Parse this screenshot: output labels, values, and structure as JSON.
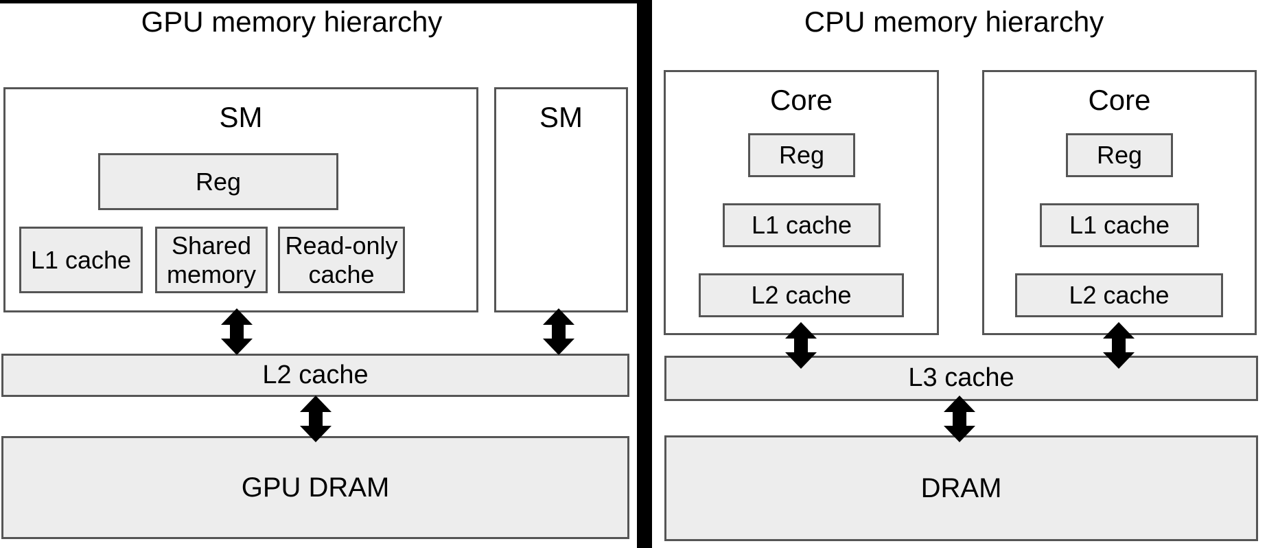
{
  "colors": {
    "background": "#ffffff",
    "text": "#000000",
    "box_fill": "#ededed",
    "box_border": "#555555",
    "arrow": "#000000",
    "divider": "#000000"
  },
  "gpu_panel": {
    "title": "GPU memory hierarchy",
    "sm_large_label": "SM",
    "sm_small_label": "SM",
    "reg_label": "Reg",
    "l1_label": "L1 cache",
    "shared_label": "Shared memory",
    "readonly_label": "Read-only cache",
    "l2_label": "L2 cache",
    "dram_label": "GPU DRAM"
  },
  "cpu_panel": {
    "title": "CPU memory hierarchy",
    "cores": [
      {
        "label": "Core",
        "reg_label": "Reg",
        "l1_label": "L1 cache",
        "l2_label": "L2 cache"
      },
      {
        "label": "Core",
        "reg_label": "Reg",
        "l1_label": "L1 cache",
        "l2_label": "L2 cache"
      }
    ],
    "l3_label": "L3 cache",
    "dram_label": "DRAM"
  }
}
